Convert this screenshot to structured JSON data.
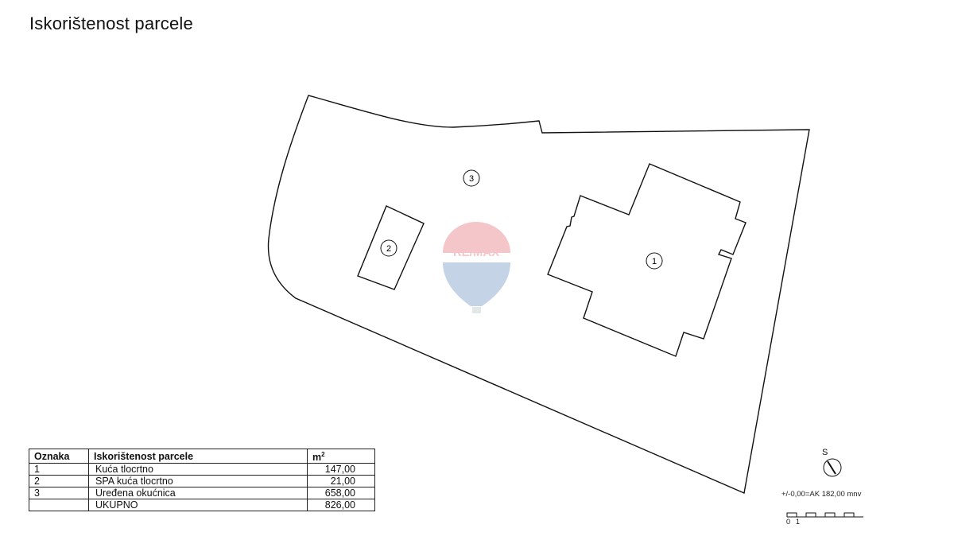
{
  "title": "Iskorištenost parcele",
  "watermark": {
    "text": "RE/MAX",
    "colors": {
      "red": "#d9333f",
      "blue": "#2f63a6"
    }
  },
  "plan_labels": [
    {
      "id": "1"
    },
    {
      "id": "2"
    },
    {
      "id": "3"
    }
  ],
  "table": {
    "headers": {
      "oznaka": "Oznaka",
      "iskoristenost": "Iskorištenost parcele",
      "m2_base": "m",
      "m2_sup": "2"
    },
    "rows": [
      {
        "oznaka": "1",
        "naziv": "Kuća tlocrtno",
        "m2": "147,00"
      },
      {
        "oznaka": "2",
        "naziv": "SPA kuća tlocrtno",
        "m2": "21,00"
      },
      {
        "oznaka": "3",
        "naziv": "Uređena okućnica",
        "m2": "658,00"
      },
      {
        "oznaka": "",
        "naziv": "UKUPNO",
        "m2": "826,00"
      }
    ]
  },
  "north_arrow": {
    "letter": "S"
  },
  "elevation_note": "+/-0,00=AK 182,00 mnv",
  "scale_bar": {
    "labels": [
      "0",
      "1"
    ]
  }
}
